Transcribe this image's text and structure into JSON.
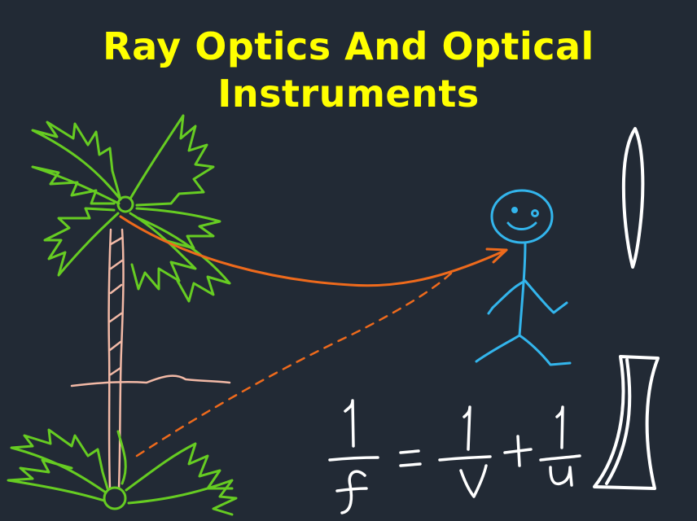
{
  "title": {
    "line1": "Ray Optics And Optical",
    "line2": "Instruments"
  },
  "colors": {
    "background": "#222a35",
    "title": "#ffff00",
    "palm_leaves": "#66cc22",
    "palm_trunk": "#f2b9a6",
    "ray": "#ee6a1c",
    "stick_figure": "#33b5ec",
    "formula_and_lens": "#ffffff"
  },
  "formula": {
    "f": "f",
    "v": "v",
    "u": "u"
  },
  "icons": [
    "palm-tree-icon",
    "reflected-palm-tree-icon",
    "stick-figure-icon",
    "convex-lens-icon",
    "concave-lens-icon"
  ]
}
